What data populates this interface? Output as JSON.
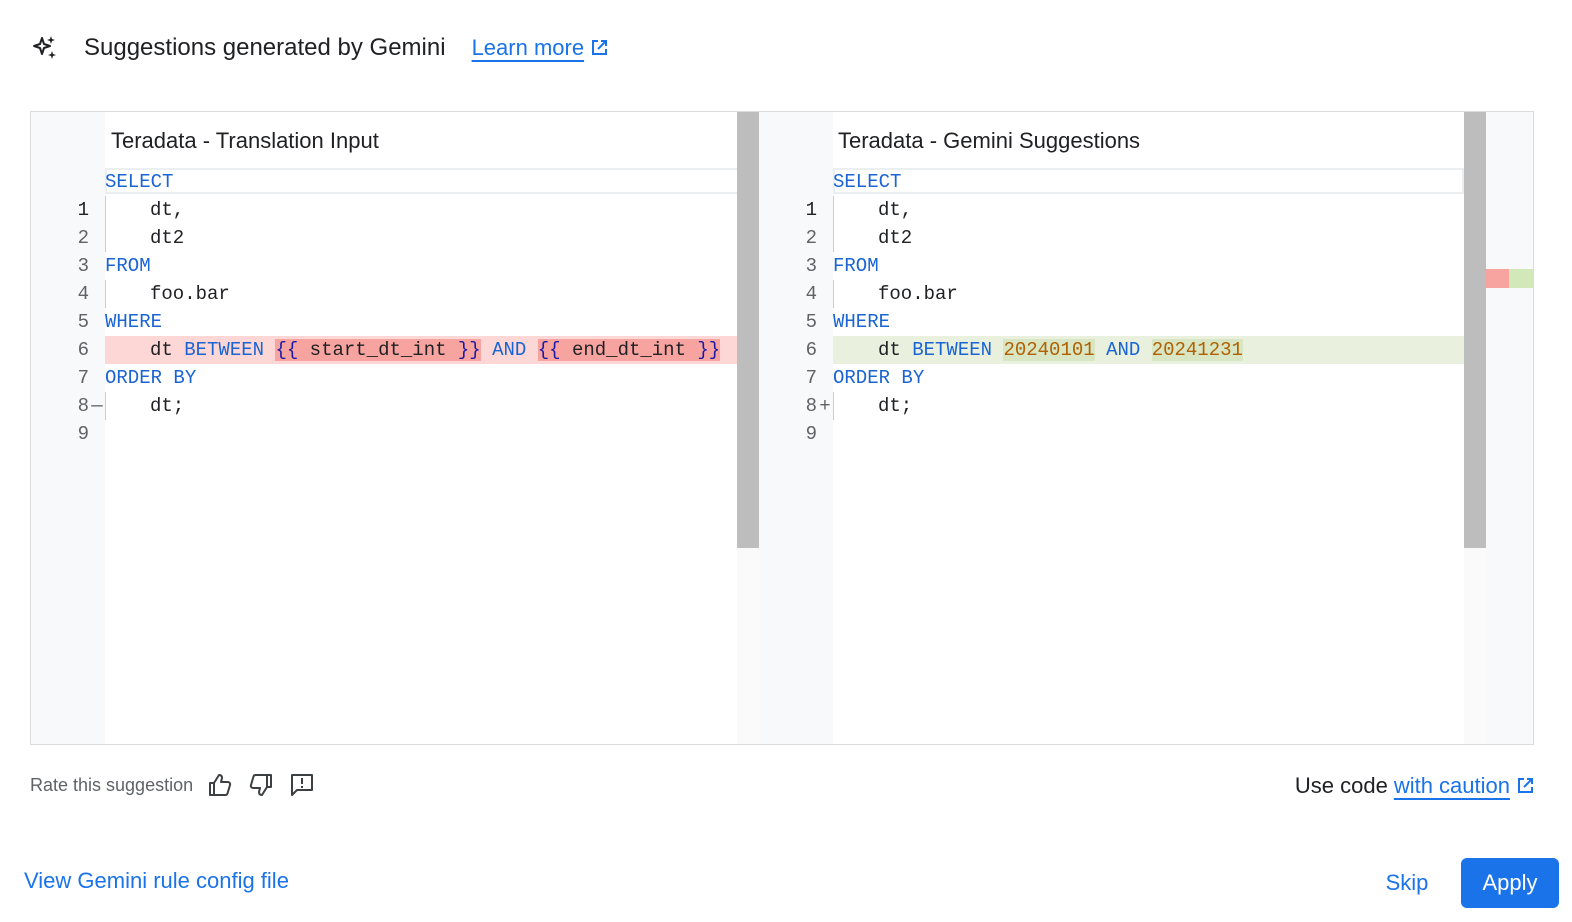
{
  "header": {
    "title": "Suggestions generated by Gemini",
    "learn_more": "Learn more",
    "icon": "sparkle-icon"
  },
  "left_pane": {
    "title": "Teradata - Translation Input",
    "lines": [
      {
        "n": "1",
        "mark": ""
      },
      {
        "n": "2",
        "mark": ""
      },
      {
        "n": "3",
        "mark": ""
      },
      {
        "n": "4",
        "mark": ""
      },
      {
        "n": "5",
        "mark": ""
      },
      {
        "n": "6",
        "mark": ""
      },
      {
        "n": "7",
        "mark": "—"
      },
      {
        "n": "8",
        "mark": ""
      },
      {
        "n": "9",
        "mark": ""
      }
    ],
    "tokens": {
      "select": "SELECT",
      "dt_comma": "dt,",
      "dt2": "dt2",
      "from": "FROM",
      "table": "foo.bar",
      "where": "WHERE",
      "dt": "dt",
      "between": "BETWEEN",
      "open1": "{{",
      "start_var": "start_dt_int",
      "close1": "}}",
      "and": "AND",
      "open2": "{{",
      "end_var": "end_dt_int",
      "close2": "}}",
      "order_by": "ORDER BY",
      "dt_semi": "dt;"
    }
  },
  "right_pane": {
    "title": "Teradata - Gemini Suggestions",
    "lines": [
      {
        "n": "1",
        "mark": ""
      },
      {
        "n": "2",
        "mark": ""
      },
      {
        "n": "3",
        "mark": ""
      },
      {
        "n": "4",
        "mark": ""
      },
      {
        "n": "5",
        "mark": ""
      },
      {
        "n": "6",
        "mark": ""
      },
      {
        "n": "7",
        "mark": "+"
      },
      {
        "n": "8",
        "mark": ""
      },
      {
        "n": "9",
        "mark": ""
      }
    ],
    "tokens": {
      "select": "SELECT",
      "dt_comma": "dt,",
      "dt2": "dt2",
      "from": "FROM",
      "table": "foo.bar",
      "where": "WHERE",
      "dt": "dt",
      "between": "BETWEEN",
      "start_val": "20240101",
      "and": "AND",
      "end_val": "20241231",
      "order_by": "ORDER BY",
      "dt_semi": "dt;"
    }
  },
  "rating": {
    "label": "Rate this suggestion",
    "buttons": [
      "thumb-up-icon",
      "thumb-down-icon",
      "feedback-icon"
    ]
  },
  "caution": {
    "prefix": "Use code",
    "link": "with caution"
  },
  "footer": {
    "config_link": "View Gemini rule config file",
    "skip": "Skip",
    "apply": "Apply"
  },
  "colors": {
    "accent": "#1a73e8",
    "deleted_line": "#fcd7d5",
    "deleted_highlight": "#f7a4a1",
    "added_line": "#e9f1de",
    "added_highlight": "#d9e6c3",
    "keyword": "#1a64d3",
    "number": "#b06000"
  }
}
